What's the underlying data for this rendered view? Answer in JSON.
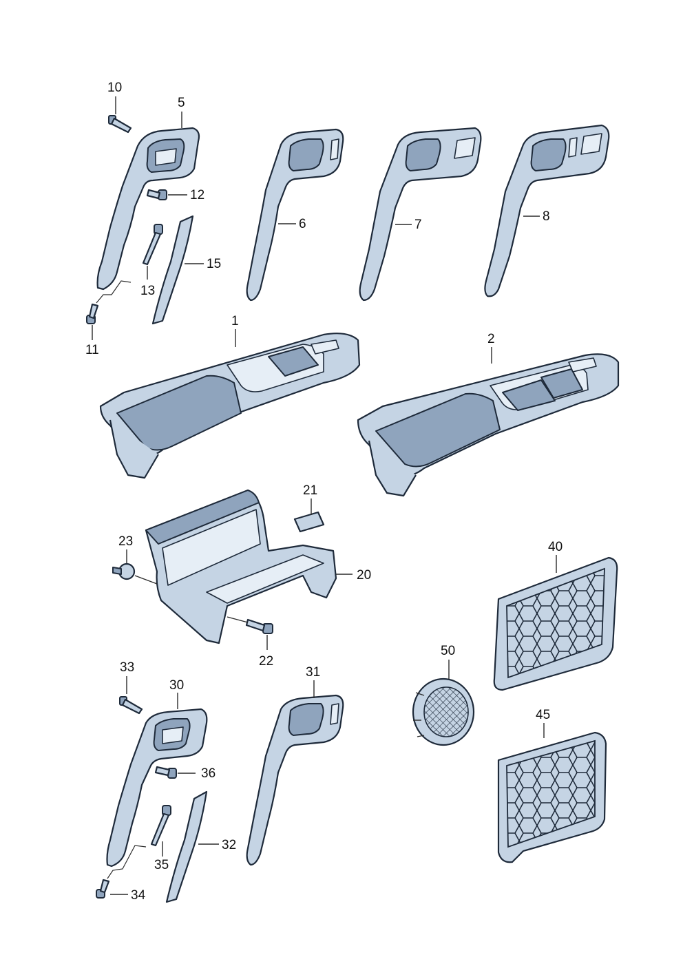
{
  "diagram": {
    "callouts": {
      "c1": "1",
      "c2": "2",
      "c5": "5",
      "c6": "6",
      "c7": "7",
      "c8": "8",
      "c10": "10",
      "c11": "11",
      "c12": "12",
      "c13": "13",
      "c15": "15",
      "c20": "20",
      "c21": "21",
      "c22": "22",
      "c23": "23",
      "c30": "30",
      "c31": "31",
      "c32": "32",
      "c33": "33",
      "c34": "34",
      "c35": "35",
      "c36": "36",
      "c40": "40",
      "c45": "45",
      "c50": "50"
    },
    "colors": {
      "part_fill": "#c5d4e4",
      "part_dark": "#8fa4bd",
      "outline": "#1e2a3a"
    }
  }
}
